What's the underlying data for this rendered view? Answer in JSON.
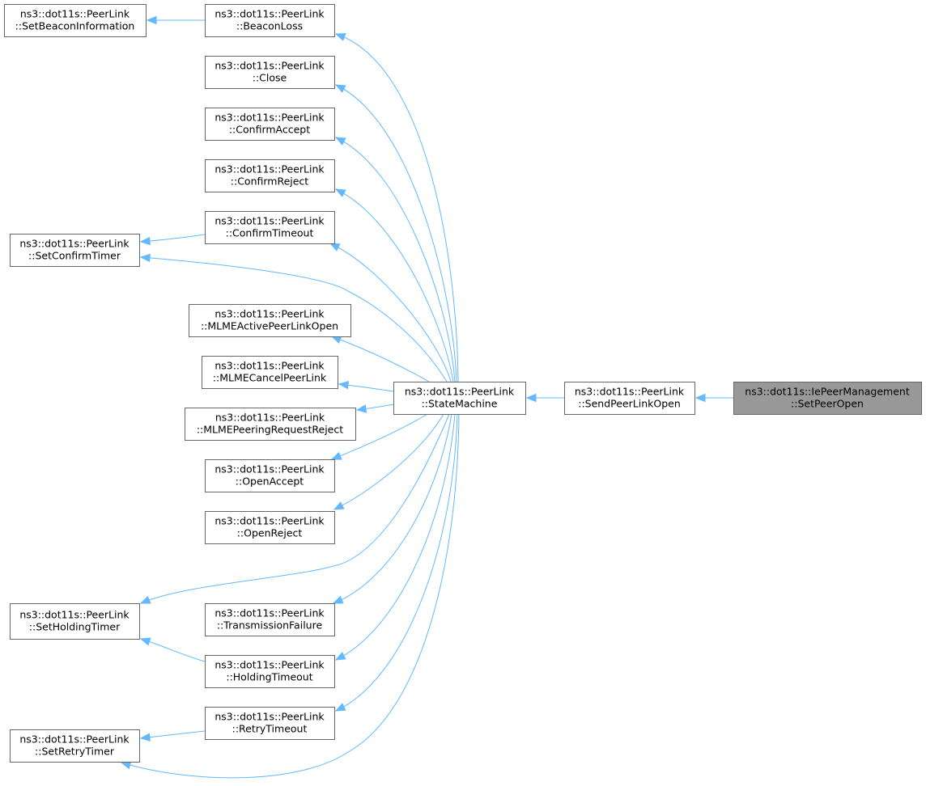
{
  "diagram": {
    "nodes": [
      {
        "id": "setBeaconInformation",
        "lines": [
          "ns3::dot11s::PeerLink",
          "::SetBeaconInformation"
        ],
        "highlight": false
      },
      {
        "id": "beaconLoss",
        "lines": [
          "ns3::dot11s::PeerLink",
          "::BeaconLoss"
        ],
        "highlight": false
      },
      {
        "id": "close",
        "lines": [
          "ns3::dot11s::PeerLink",
          "::Close"
        ],
        "highlight": false
      },
      {
        "id": "confirmAccept",
        "lines": [
          "ns3::dot11s::PeerLink",
          "::ConfirmAccept"
        ],
        "highlight": false
      },
      {
        "id": "confirmReject",
        "lines": [
          "ns3::dot11s::PeerLink",
          "::ConfirmReject"
        ],
        "highlight": false
      },
      {
        "id": "setConfirmTimer",
        "lines": [
          "ns3::dot11s::PeerLink",
          "::SetConfirmTimer"
        ],
        "highlight": false
      },
      {
        "id": "confirmTimeout",
        "lines": [
          "ns3::dot11s::PeerLink",
          "::ConfirmTimeout"
        ],
        "highlight": false
      },
      {
        "id": "mlmeActive",
        "lines": [
          "ns3::dot11s::PeerLink",
          "::MLMEActivePeerLinkOpen"
        ],
        "highlight": false
      },
      {
        "id": "mlmeCancel",
        "lines": [
          "ns3::dot11s::PeerLink",
          "::MLMECancelPeerLink"
        ],
        "highlight": false
      },
      {
        "id": "mlmePeering",
        "lines": [
          "ns3::dot11s::PeerLink",
          "::MLMEPeeringRequestReject"
        ],
        "highlight": false
      },
      {
        "id": "openAccept",
        "lines": [
          "ns3::dot11s::PeerLink",
          "::OpenAccept"
        ],
        "highlight": false
      },
      {
        "id": "openReject",
        "lines": [
          "ns3::dot11s::PeerLink",
          "::OpenReject"
        ],
        "highlight": false
      },
      {
        "id": "setHoldingTimer",
        "lines": [
          "ns3::dot11s::PeerLink",
          "::SetHoldingTimer"
        ],
        "highlight": false
      },
      {
        "id": "transmissionFailure",
        "lines": [
          "ns3::dot11s::PeerLink",
          "::TransmissionFailure"
        ],
        "highlight": false
      },
      {
        "id": "holdingTimeout",
        "lines": [
          "ns3::dot11s::PeerLink",
          "::HoldingTimeout"
        ],
        "highlight": false
      },
      {
        "id": "setRetryTimer",
        "lines": [
          "ns3::dot11s::PeerLink",
          "::SetRetryTimer"
        ],
        "highlight": false
      },
      {
        "id": "retryTimeout",
        "lines": [
          "ns3::dot11s::PeerLink",
          "::RetryTimeout"
        ],
        "highlight": false
      },
      {
        "id": "stateMachine",
        "lines": [
          "ns3::dot11s::PeerLink",
          "::StateMachine"
        ],
        "highlight": false
      },
      {
        "id": "sendPeerLinkOpen",
        "lines": [
          "ns3::dot11s::PeerLink",
          "::SendPeerLinkOpen"
        ],
        "highlight": false
      },
      {
        "id": "setPeerOpen",
        "lines": [
          "ns3::dot11s::IePeerManagement",
          "::SetPeerOpen"
        ],
        "highlight": true
      }
    ],
    "edges": [
      {
        "from": "beaconLoss",
        "to": "setBeaconInformation"
      },
      {
        "from": "stateMachine",
        "to": "beaconLoss"
      },
      {
        "from": "stateMachine",
        "to": "close"
      },
      {
        "from": "stateMachine",
        "to": "confirmAccept"
      },
      {
        "from": "stateMachine",
        "to": "confirmReject"
      },
      {
        "from": "confirmTimeout",
        "to": "setConfirmTimer"
      },
      {
        "from": "stateMachine",
        "to": "confirmTimeout"
      },
      {
        "from": "stateMachine",
        "to": "setConfirmTimer"
      },
      {
        "from": "stateMachine",
        "to": "mlmeActive"
      },
      {
        "from": "stateMachine",
        "to": "mlmeCancel"
      },
      {
        "from": "stateMachine",
        "to": "mlmePeering"
      },
      {
        "from": "stateMachine",
        "to": "openAccept"
      },
      {
        "from": "stateMachine",
        "to": "openReject"
      },
      {
        "from": "stateMachine",
        "to": "setHoldingTimer"
      },
      {
        "from": "stateMachine",
        "to": "transmissionFailure"
      },
      {
        "from": "holdingTimeout",
        "to": "setHoldingTimer"
      },
      {
        "from": "stateMachine",
        "to": "holdingTimeout"
      },
      {
        "from": "retryTimeout",
        "to": "setRetryTimer"
      },
      {
        "from": "stateMachine",
        "to": "retryTimeout"
      },
      {
        "from": "stateMachine",
        "to": "setRetryTimer"
      },
      {
        "from": "sendPeerLinkOpen",
        "to": "stateMachine"
      },
      {
        "from": "setPeerOpen",
        "to": "sendPeerLinkOpen"
      }
    ],
    "colors": {
      "edge": "#63b8ff",
      "node_border": "#666666",
      "node_fill": "#ffffff",
      "highlight_fill": "#999999"
    }
  }
}
